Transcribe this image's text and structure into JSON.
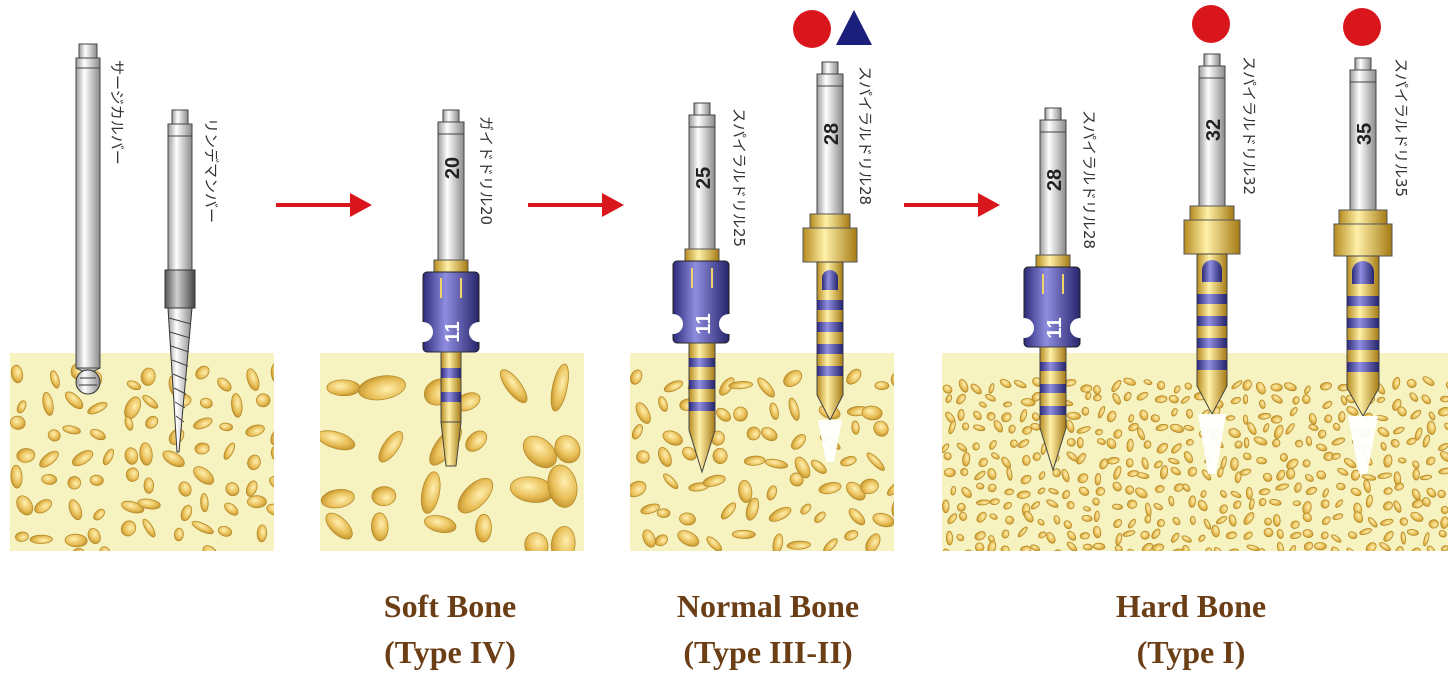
{
  "colors": {
    "bone_fill": "#f7f3c0",
    "trabecula": "#e3b44c",
    "arrow": "#d9161b",
    "caption": "#6b3e16",
    "circle_marker": "#d9161b",
    "triangle_marker": "#1b1e7a",
    "sleeve": "#4c4aa0",
    "collar": "#e6c45a"
  },
  "tools": {
    "surgical_bur": "サージカルバー",
    "lindemann_bur": "リンデマンバー",
    "guide_drill": {
      "label": "ガイドドリル20",
      "number": "20",
      "stop": "11"
    },
    "spiral_25": {
      "label": "スパイラルドリル25",
      "number": "25",
      "stop": "11"
    },
    "spiral_28_normal": {
      "label": "スパイラルドリル28",
      "number": "28"
    },
    "spiral_28_hard": {
      "label": "スパイラルドリル28",
      "number": "28",
      "stop": "11"
    },
    "spiral_32": {
      "label": "スパイラルドリル32",
      "number": "32"
    },
    "spiral_35": {
      "label": "スパイラルドリル35",
      "number": "35"
    }
  },
  "markers": [
    {
      "shape": "circle",
      "color": "#d9161b"
    },
    {
      "shape": "triangle",
      "color": "#1b1e7a"
    },
    {
      "shape": "circle",
      "color": "#d9161b"
    },
    {
      "shape": "circle",
      "color": "#d9161b"
    }
  ],
  "captions": {
    "soft": {
      "line1": "Soft Bone",
      "line2": "(Type IV)"
    },
    "normal": {
      "line1": "Normal Bone",
      "line2": "(Type III-II)"
    },
    "hard": {
      "line1": "Hard Bone",
      "line2": "(Type I)"
    }
  }
}
